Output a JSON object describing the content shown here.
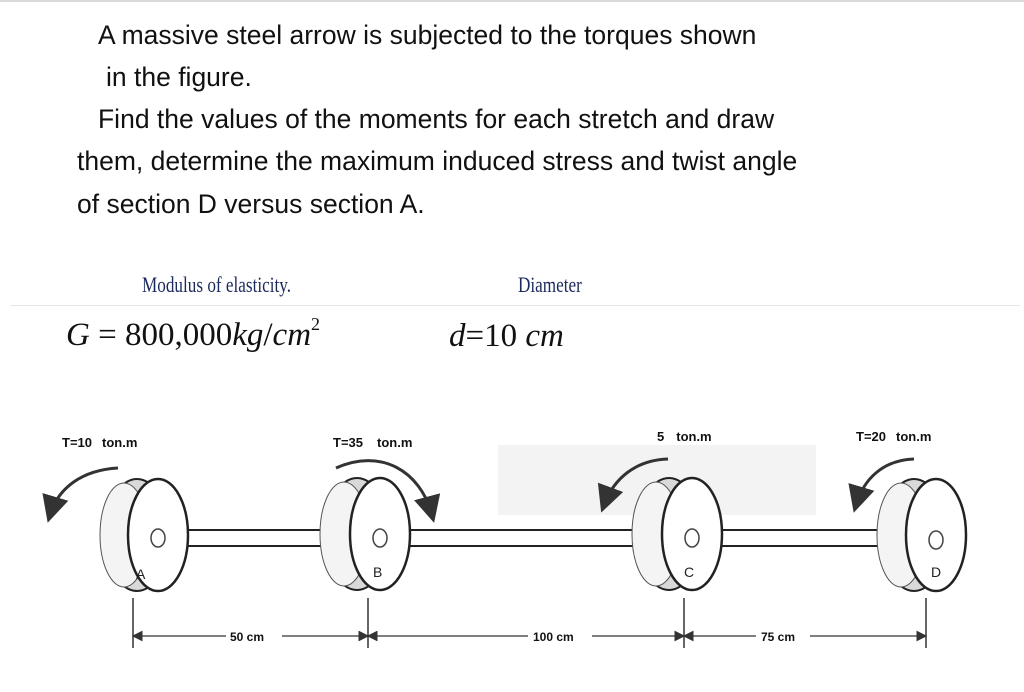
{
  "problem": {
    "lines": [
      "A massive steel arrow is  subjected to the torques shown",
      "in the figure.",
      "Find the values of the moments  for each stretch and draw",
      "them, determine the  maximum induced stress and twist angle",
      "of section D versus section A."
    ]
  },
  "properties": {
    "modulus_label": "Modulus of elasticity.",
    "diameter_label": "Diameter",
    "modulus_formula": {
      "lhs": "G",
      "value": "800,000",
      "unit": "kg",
      "unit2": "cm",
      "exp": "2"
    },
    "diameter_formula": {
      "lhs": "d",
      "value": "=10",
      "unit": "cm"
    }
  },
  "figure": {
    "torques": [
      {
        "prefix": "T",
        "eq": "=",
        "value": "10",
        "unit": "ton.m"
      },
      {
        "prefix": "T",
        "eq": "=",
        "value": "35",
        "unit": "ton.m"
      },
      {
        "prefix": "",
        "eq": "",
        "value": "5",
        "unit": "ton.m"
      },
      {
        "prefix": "T",
        "eq": "=",
        "value": "20",
        "unit": "ton.m"
      }
    ],
    "sections": [
      "A",
      "B",
      "C",
      "D"
    ],
    "spans": [
      "50 cm",
      "100 cm",
      "75 cm"
    ]
  }
}
